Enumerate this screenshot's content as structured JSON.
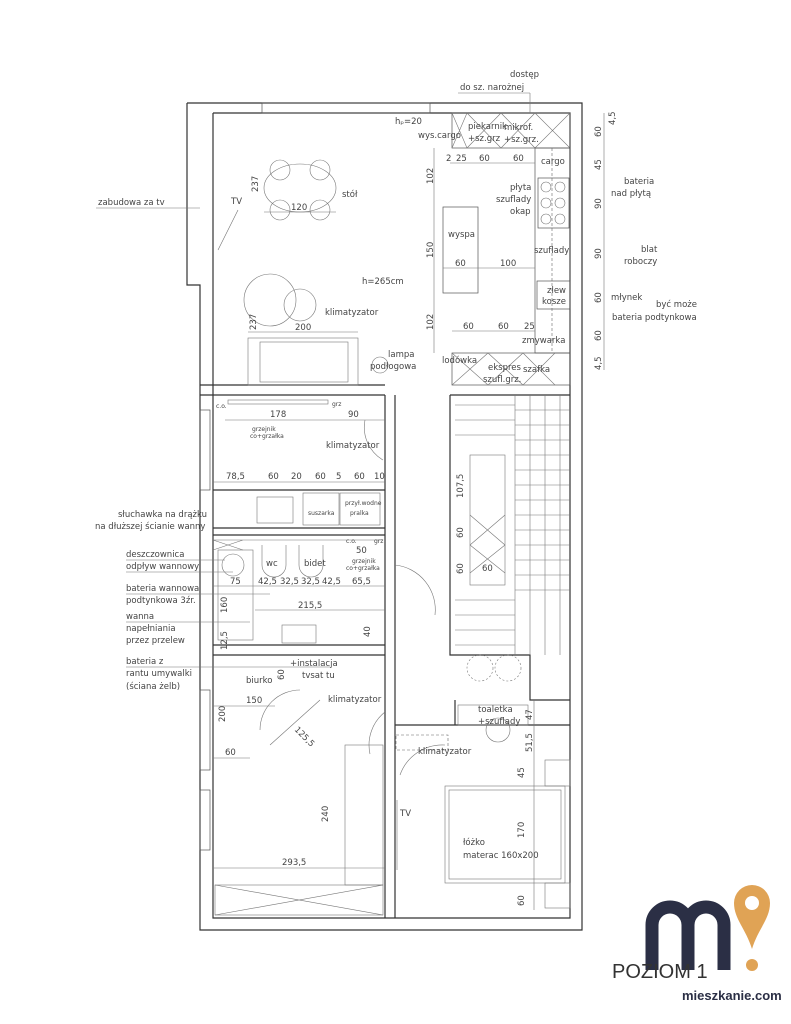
{
  "branding": {
    "level": "POZIOM 1",
    "site": "mieszkanie.com",
    "logo_text": "m!",
    "logo_dark": "#2b2f45",
    "logo_accent": "#e0a355"
  },
  "kitchen": {
    "access1": "dostęp",
    "access2": "do sz. narożnej",
    "hp": "hₚ=20",
    "cargo_tall": "wys.cargo",
    "oven1": "piekarnik",
    "oven2": "+sz.grz",
    "micro1": "mikrof.",
    "micro2": "+sz.grz.",
    "dims_top": [
      "2",
      "25",
      "60",
      "60"
    ],
    "cargo": "cargo",
    "hob1": "płyta",
    "hob2": "szuflady",
    "hob3": "okap",
    "island": "wyspa",
    "island_dims": [
      "102",
      "150",
      "60",
      "100",
      "102"
    ],
    "drawers": "szuflady",
    "sink1": "zlew",
    "sink2": "kosze",
    "dims_bottom": [
      "60",
      "60",
      "25"
    ],
    "dishwasher": "zmywarka",
    "fridge": "lodówka",
    "espresso1": "ekspres",
    "espresso2": "szufl.grz.",
    "cabinet": "szafka",
    "right_dims": [
      "60",
      "4,5",
      "45",
      "90",
      "90",
      "60",
      "60",
      "4,5"
    ],
    "note_tap1": "bateria",
    "note_tap2": "nad płytą",
    "note_counter1": "blat",
    "note_counter2": "roboczy",
    "note_grinder": "młynek",
    "note_maybe1": "być może",
    "note_maybe2": "bateria podtynkowa"
  },
  "living": {
    "table": "stół",
    "table_dim": "120",
    "dim_237a": "237",
    "tv": "TV",
    "tv_note": "zabudowa za tv",
    "height": "h=265cm",
    "ac": "klimatyzator",
    "dim_237b": "237",
    "sofa_dim": "200",
    "lamp1": "lampa",
    "lamp2": "podłogowa"
  },
  "laundry": {
    "co": "c.o.",
    "grz": "grz",
    "dim178": "178",
    "dim90": "90",
    "heater1": "grzejnik",
    "heater2": "co+grzałka",
    "ac": "klimatyzator",
    "dims": [
      "78,5",
      "60",
      "20",
      "60",
      "5",
      "60",
      "10"
    ],
    "dryer": "suszarka",
    "water1": "przył.wodne",
    "water2": "pralka"
  },
  "bathroom": {
    "notes": [
      "słuchawka na drążku",
      "na dłuższej ścianie wanny",
      "deszczownica",
      "odpływ wannowy",
      "bateria wannowa",
      "podtynkowa 3źr.",
      "wanna",
      "napełniania",
      "przez przelew",
      "bateria z",
      "rantu umywalki",
      "(ściana żelb)"
    ],
    "wc": "wc",
    "bidet": "bidet",
    "co": "c.o.",
    "grz": "grz",
    "dim50": "50",
    "heater1": "grzejnik",
    "heater2": "co+grzałka",
    "dims": [
      "75",
      "42,5",
      "32,5",
      "32,5",
      "42,5",
      "65,5"
    ],
    "dim215": "215,5",
    "dim160": "160",
    "dim40": "40",
    "dim125": "12,5"
  },
  "bedroom1": {
    "desk": "biurko",
    "dim60": "60",
    "tv1": "+instalacja",
    "tv2": "tvsat tu",
    "ac": "klimatyzator",
    "dim150": "150",
    "dim200": "200",
    "dim1255": "125,5",
    "dim60b": "60",
    "dim240": "240",
    "dim2935": "293,5"
  },
  "bedroom2": {
    "vanity1": "toaletka",
    "vanity2": "+szuflady",
    "dims": [
      "47",
      "51,5",
      "45",
      "170",
      "60"
    ],
    "ac": "klimatyzator",
    "tv": "TV",
    "bed1": "łóżko",
    "bed2": "materac 160x200"
  },
  "stairs": {
    "dims": [
      "107,5",
      "60",
      "60",
      "60"
    ]
  }
}
